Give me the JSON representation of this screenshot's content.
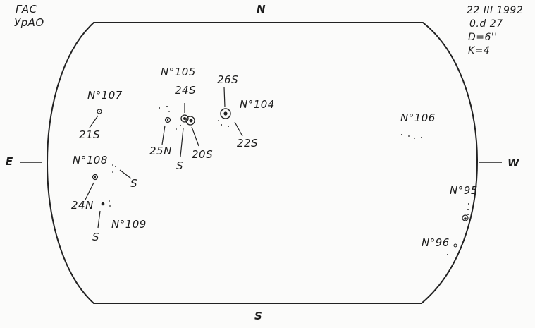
{
  "header": {
    "observatory_line1": "ГАС",
    "observatory_line2": "УрАО",
    "date": "22 III 1992",
    "time": "0.d 27",
    "diameter": "D=6''",
    "quality": "K=4"
  },
  "directions": {
    "north": "N",
    "south": "S",
    "east": "E",
    "west": "W"
  },
  "groups": {
    "g95": "N°95",
    "g96": "N°96",
    "g104": "N°104",
    "g105": "N°105",
    "g106": "N°106",
    "g107": "N°107",
    "g108": "N°108",
    "g109": "N°109"
  },
  "spot_labels": {
    "s24s": "24S",
    "s26s": "26S",
    "s21s": "21S",
    "s25n": "25N",
    "s_105": "S",
    "s20s": "20S",
    "s22s": "22S",
    "s_108": "S",
    "s24n": "24N",
    "s_109": "S"
  }
}
